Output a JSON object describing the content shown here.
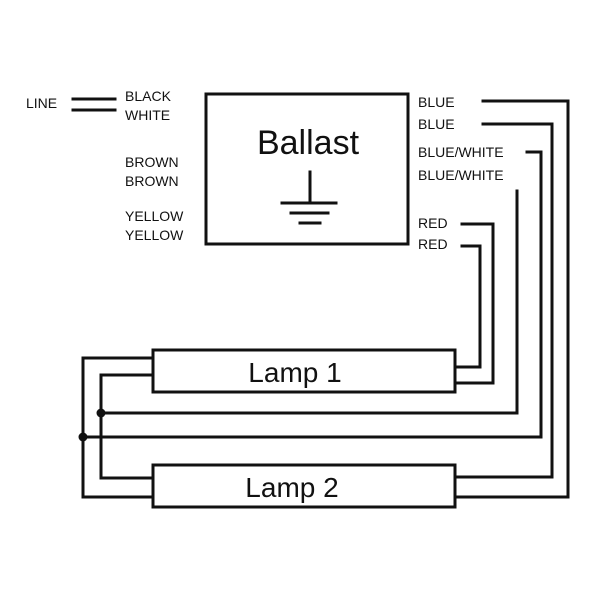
{
  "ballast": {
    "title": "Ballast",
    "ground_symbol": "ground-icon"
  },
  "left_labels": {
    "line": "LINE",
    "black": "BLACK",
    "white": "WHITE",
    "brown_1": "BROWN",
    "brown_2": "BROWN",
    "yellow_1": "YELLOW",
    "yellow_2": "YELLOW"
  },
  "right_labels": {
    "blue_1": "BLUE",
    "blue_2": "BLUE",
    "blue_white_1": "BLUE/WHITE",
    "blue_white_2": "BLUE/WHITE",
    "red_1": "RED",
    "red_2": "RED"
  },
  "lamps": {
    "lamp_1": "Lamp 1",
    "lamp_2": "Lamp 2"
  },
  "colors": {
    "line": "#111111",
    "background": "#ffffff"
  }
}
